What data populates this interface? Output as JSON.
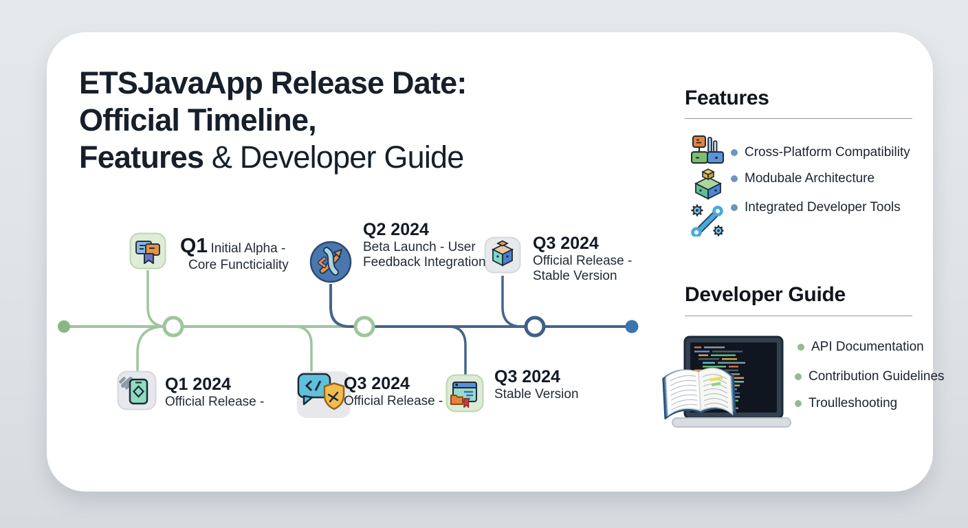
{
  "title": {
    "line1": "ETSJavaApp Release Date:",
    "line2": "Official Timeline,",
    "line3_bold": "Features",
    "line3_rest": " & Developer Guide"
  },
  "features": {
    "heading": "Features",
    "bullet_color": "#6f95c0",
    "items": [
      {
        "icon": "cross-platform-icon",
        "label": "Cross-Platform Compatibility"
      },
      {
        "icon": "modular-architecture-icon",
        "label": "Modubale Architecture"
      },
      {
        "icon": "developer-tools-icon",
        "label": "Integrated Developer Tools"
      }
    ]
  },
  "developer_guide": {
    "heading": "Developer Guide",
    "bullet_color": "#92bc8e",
    "illustration": "laptop-with-open-book",
    "items": [
      {
        "label": "API Documentation"
      },
      {
        "label": "Contribution Guidelines"
      },
      {
        "label": "Troulleshooting"
      }
    ]
  },
  "timeline": {
    "colors": {
      "early_phase": "#9dc69b",
      "late_phase": "#44658c",
      "start_dot": "#87b884",
      "end_dot": "#3b74b2"
    },
    "milestones_top": [
      {
        "icon": "app-windows-icon",
        "quarter": "Q1",
        "line1": "Initial Alpha -",
        "line2": "Core Functiciality"
      },
      {
        "icon": "launch-arrows-icon",
        "quarter": "Q2 2024",
        "line1": "Beta Launch - User",
        "line2": "Feedback Integration"
      },
      {
        "icon": "package-cube-icon",
        "quarter": "Q3 2024",
        "line1": "Official Release -",
        "line2": "Stable Version"
      }
    ],
    "milestones_bottom": [
      {
        "icon": "device-wrench-icon",
        "quarter": "Q1 2024",
        "line1": "Official Release -"
      },
      {
        "icon": "code-chat-shield-icon",
        "quarter": "Q3 2024",
        "line1": "Official Release -"
      },
      {
        "icon": "browser-release-icon",
        "quarter": "Q3 2024",
        "line1": "Stable Version"
      }
    ]
  }
}
